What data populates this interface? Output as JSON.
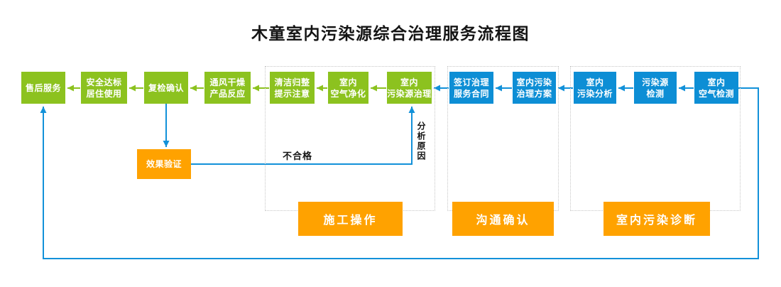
{
  "title": "木童室内污染源综合治理服务流程图",
  "colors": {
    "green": "#8cc21f",
    "blue": "#0d8ed5",
    "orange": "#ffa200",
    "line": "#1291d9",
    "dot": "#c6c6c6",
    "ink": "#141414"
  },
  "nodes": {
    "after_sales": {
      "lines": [
        "售后服务"
      ]
    },
    "safe_living": {
      "lines": [
        "安全达标",
        "居住使用"
      ]
    },
    "recheck_confirm": {
      "lines": [
        "复检确认"
      ]
    },
    "ventilation_drying": {
      "lines": [
        "通风干燥",
        "产品反应"
      ]
    },
    "cleanup_notice": {
      "lines": [
        "清洁归整",
        "提示注意"
      ]
    },
    "air_purification": {
      "lines": [
        "室内",
        "空气净化"
      ]
    },
    "source_treatment": {
      "lines": [
        "室内",
        "污染源治理"
      ]
    },
    "sign_contract": {
      "lines": [
        "签订治理",
        "服务合同"
      ]
    },
    "treatment_plan": {
      "lines": [
        "室内污染",
        "治理方案"
      ]
    },
    "pollution_analysis": {
      "lines": [
        "室内",
        "污染分析"
      ]
    },
    "source_detection": {
      "lines": [
        "污染源",
        "检测"
      ]
    },
    "air_detection": {
      "lines": [
        "室内",
        "空气检测"
      ]
    },
    "effect_verification": {
      "lines": [
        "效果验证"
      ]
    }
  },
  "groups": {
    "construction": "施工操作",
    "communication": "沟通确认",
    "diagnosis": "室内污染诊断"
  },
  "edge_labels": {
    "unqualified": "不合格",
    "analyze_cause": "分析原因"
  }
}
